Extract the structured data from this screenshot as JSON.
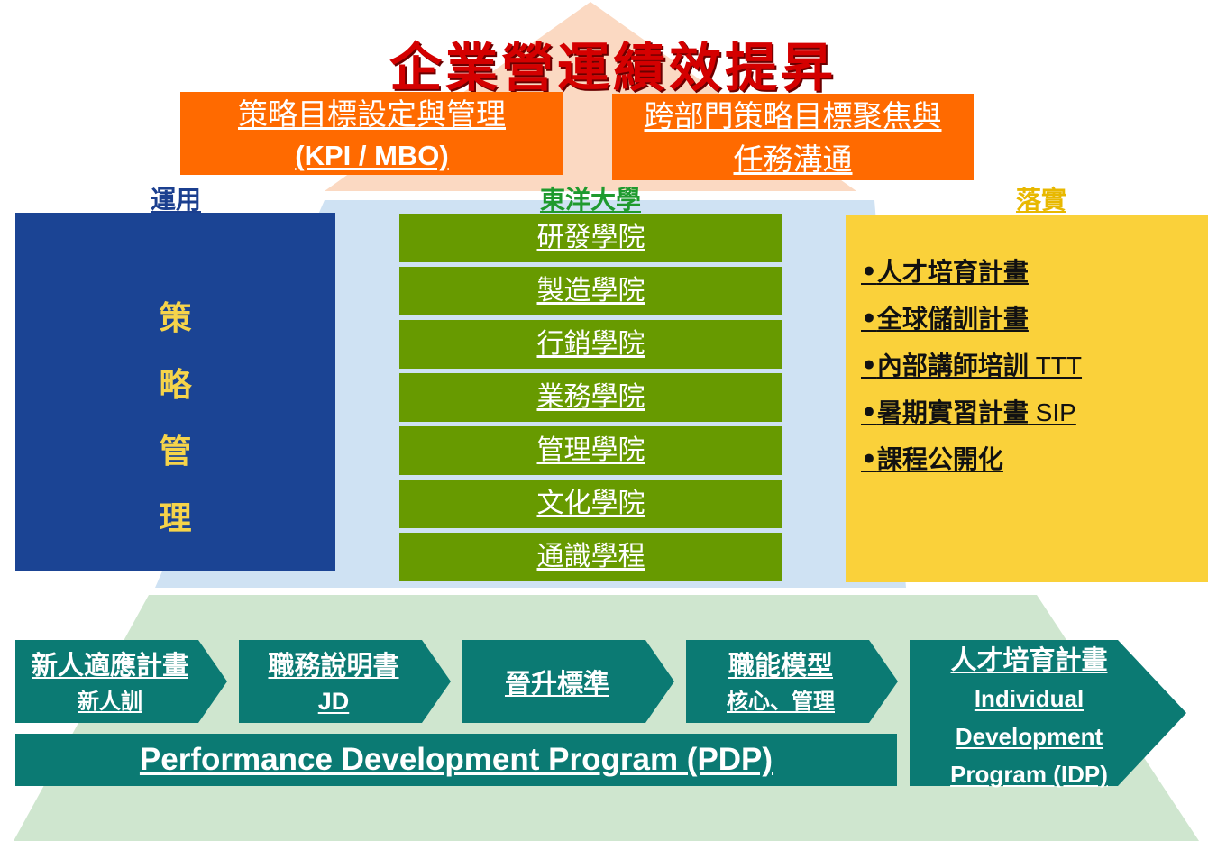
{
  "title": "企業營運績效提昇",
  "top_boxes": {
    "left_line1": "策略目標設定與管理",
    "left_line2": "(KPI / MBO)",
    "right_line1": "跨部門策略目標聚焦與",
    "right_line2": "任務溝通"
  },
  "headers": {
    "left": "運用",
    "center": "東洋大學",
    "right": "落實"
  },
  "strategy_chars": [
    "策",
    "略",
    "管",
    "理"
  ],
  "colleges": [
    "研發學院",
    "製造學院",
    "行銷學院",
    "業務學院",
    "管理學院",
    "文化學院",
    "通識學程"
  ],
  "implementation_items": [
    {
      "zh": "人才培育計畫",
      "en": ""
    },
    {
      "zh": "全球儲訓計畫",
      "en": ""
    },
    {
      "zh": "內部講師培訓",
      "en": " TTT"
    },
    {
      "zh": "暑期實習計畫",
      "en": " SIP"
    },
    {
      "zh": "課程公開化",
      "en": ""
    }
  ],
  "process": [
    {
      "main": "新人適應計畫",
      "sub": "新人訓"
    },
    {
      "main": "職務說明書",
      "sub": "JD"
    },
    {
      "main": "晉升標準",
      "sub": ""
    },
    {
      "main": "職能模型",
      "sub": "核心、管理"
    }
  ],
  "idp": {
    "zh": "人才培育計畫",
    "en1": "Individual",
    "en2": "Development",
    "en3": "Program (IDP)"
  },
  "pdp": "Performance Development Program (PDP)",
  "colors": {
    "title_red": "#d40000",
    "orange": "#ff6a00",
    "navy": "#1b4494",
    "olive_green": "#679a00",
    "yellow": "#fad13a",
    "teal": "#0b7a73",
    "light_blue": "#cfe2f3",
    "light_green": "#cfe6cf",
    "peach": "#fbd9c2"
  }
}
